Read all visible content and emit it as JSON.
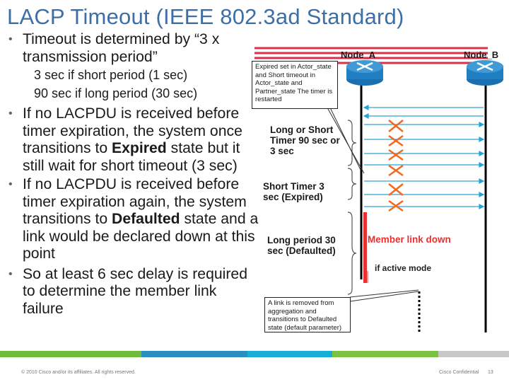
{
  "title": "LACP Timeout (IEEE 802.3ad Standard)",
  "bullets": [
    {
      "text_lines": [
        "Timeout is determined by “3 x",
        "transmission period”"
      ]
    },
    {
      "sub": [
        "3 sec if short period (1 sec)",
        "90 sec if long period (30 sec)"
      ]
    },
    {
      "parts": [
        "If no LACPDU is received before timer expiration, the system once transitions to ",
        "Expired",
        " state but it still wait for short timeout (3 sec)"
      ]
    },
    {
      "parts": [
        "If no LACPDU is received before timer expiration again, the system transitions to ",
        "Defaulted",
        " state and a link would be declared down at this point"
      ]
    },
    {
      "text": "So at least 6 sec delay is required to determine the member link failure"
    }
  ],
  "diagram": {
    "node_a": "Node_A",
    "node_b": "Node_B",
    "expired_box": "Expired set in Actor_state and Short timeout in Actor_state and Partner_state The timer is restarted",
    "long_short_timer": "Long or Short Timer 90 sec or 3 sec",
    "short_timer": "Short Timer 3 sec (Expired)",
    "long_period": "Long period 30 sec (Defaulted)",
    "member_link_down": "Member link down",
    "if_active_mode": "if active mode",
    "removed_box": "A link is removed from aggregation and transitions to Defaulted state (default parameter)",
    "colors": {
      "accent_red": "#e8312f",
      "link_red": "#d7324a",
      "arrow_blue": "#29a3d6",
      "cross_orange": "#f2691f",
      "node_blue": "#1f7fc2"
    }
  },
  "footer": {
    "left": "© 2010 Cisco and/or its affiliates. All rights reserved.",
    "right": "Cisco Confidential",
    "page": "13"
  },
  "footer_bar_colors": [
    "#6fbb3a",
    "#2b8fbf",
    "#17aed6",
    "#7bc142",
    "#c7c7c7"
  ]
}
